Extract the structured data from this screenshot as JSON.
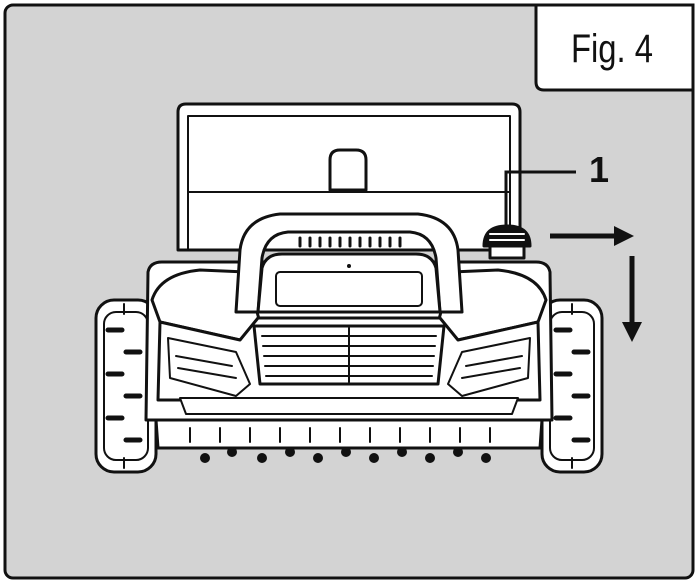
{
  "figure": {
    "label": "Fig. 4",
    "callouts": [
      {
        "number": "1",
        "target": "cap-knob"
      }
    ],
    "arrows": [
      {
        "direction": "right"
      },
      {
        "direction": "down"
      }
    ],
    "background_color": "#d3d3d3",
    "line_color": "#111111"
  }
}
